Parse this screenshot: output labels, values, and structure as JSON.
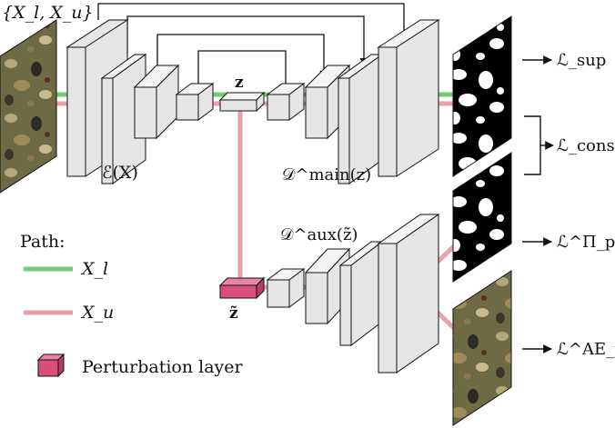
{
  "input_label": "{X_l, X_u}",
  "encoder_label": "ℰ(X)",
  "latent_label": "z",
  "latent_pert_label": "z̃",
  "decoder_main_label": "𝒟^main(z)",
  "decoder_aux_label": "𝒟^aux(z̃)",
  "losses": {
    "sup": "ℒ_sup",
    "cons": "ℒ_cons",
    "prior_pi": "ℒ^Π_prior",
    "prior_ae": "ℒ^AE_prior"
  },
  "legend": {
    "title": "Path:",
    "labeled": "X_l",
    "unlabeled": "X_u",
    "perturbation": "Perturbation layer"
  },
  "colors": {
    "labeled_path": "#5ec25e",
    "unlabeled_path": "#e07a84",
    "perturbation": "#d94f7a",
    "block_face": "#e6e6e6",
    "block_side": "#f4f4f4"
  }
}
